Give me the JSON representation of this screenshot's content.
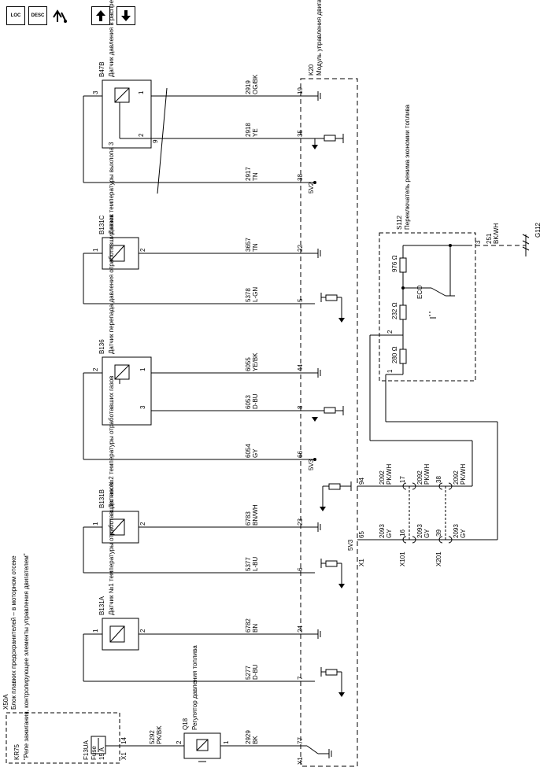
{
  "toolbar": {
    "loc_label": "LOC",
    "desc_label": "DESC",
    "colors": {
      "border": "#000000",
      "background": "#ffffff"
    }
  },
  "modules": {
    "k20": {
      "ref": "K20",
      "name": "Модуль управления двигателем."
    },
    "x50a": {
      "ref": "X50A",
      "name": "Блок плавких предохранителей – в моторном отсеке"
    },
    "kr75": {
      "ref": "KR75",
      "name": "\"Реле зажигания, контролирующее элементы управления двигателем\""
    },
    "fuse": {
      "ref": "F13UA",
      "name": "Fuse",
      "rating": "15 A"
    },
    "s112": {
      "ref": "S112",
      "name": "Переключатель режима экономии топлива",
      "eco": "ECO",
      "r1": "976 Ω",
      "r2": "232 Ω",
      "r3": "280 Ω"
    },
    "g112": {
      "ref": "G112"
    },
    "q18": {
      "ref": "Q18",
      "name": "Регулятор давления топлива"
    }
  },
  "sensors": {
    "b47b": {
      "ref": "B47B",
      "name": "Датчик давления в распределителе топлива"
    },
    "b131c": {
      "ref": "B131C",
      "name": "Датчик температуры выхлопа 3"
    },
    "b136": {
      "ref": "B136",
      "name": "Датчик перепада давления отработавших газов"
    },
    "b131b": {
      "ref": "B131B",
      "name": "Датчик №2 температуры отработавших газов"
    },
    "b131a": {
      "ref": "B131A",
      "name": "Датчик №1 температуры отработавших газов"
    }
  },
  "wires": [
    {
      "circuit": "2919",
      "color": "OG/BK",
      "k20_pin": "19"
    },
    {
      "circuit": "2918",
      "color": "YE",
      "k20_pin": "35"
    },
    {
      "circuit": "2917",
      "color": "TN",
      "k20_pin": "38",
      "ref": "5V2"
    },
    {
      "circuit": "3657",
      "color": "TN",
      "k20_pin": "22"
    },
    {
      "circuit": "5378",
      "color": "L-GN",
      "k20_pin": "5"
    },
    {
      "circuit": "6055",
      "color": "YE/BK",
      "k20_pin": "44"
    },
    {
      "circuit": "6053",
      "color": "D-BU",
      "k20_pin": "8"
    },
    {
      "circuit": "6054",
      "color": "GY",
      "k20_pin": "66",
      "ref": "5V3"
    },
    {
      "circuit": "6783",
      "color": "BN/WH",
      "k20_pin": "23"
    },
    {
      "circuit": "5377",
      "color": "L-BU",
      "k20_pin": "6"
    },
    {
      "circuit": "6782",
      "color": "BN",
      "k20_pin": "24"
    },
    {
      "circuit": "5277",
      "color": "D-BU",
      "k20_pin": "7"
    },
    {
      "circuit": "2929",
      "color": "BK",
      "k20_pin": "77"
    },
    {
      "circuit": "5292",
      "color": "PK/BK"
    },
    {
      "circuit": "251",
      "color": "BK/WH"
    }
  ],
  "connectors": {
    "x1": "X1",
    "x101": "X101",
    "x201": "X201",
    "pin_94": "94",
    "pin_65": "65",
    "pin_17": "17",
    "pin_16": "16",
    "pin_38": "38",
    "pin_39": "39",
    "pin_14": "14",
    "ref_5v3": "5V3",
    "w2092": "2092",
    "w2092c": "PK/WH",
    "w2093": "2093",
    "w2093c": "GY"
  },
  "pins": {
    "p1": "1",
    "p2": "2",
    "p3": "3",
    "p9": "9"
  }
}
